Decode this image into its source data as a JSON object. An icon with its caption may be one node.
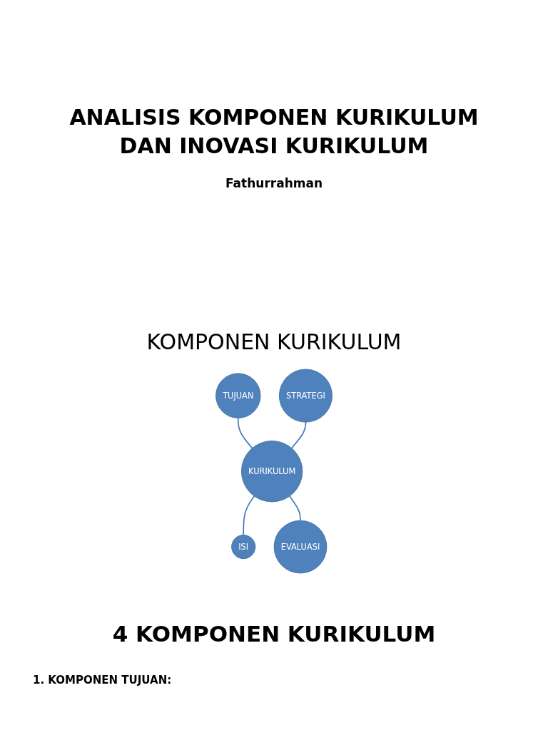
{
  "diagram": {
    "title": "ANALISIS KOMPONEN KURIKULUM DAN INOVASI KURIKULUM",
    "nodes": [
      {
        "text": [
          "TUJUAN"
        ]
      },
      {
        "text": [
          "STRATEGI"
        ]
      },
      {
        "text": [
          "KURIKULUM"
        ]
      },
      {
        "text": [
          "ISI"
        ]
      },
      {
        "text": [
          "EVALUASI"
        ]
      }
    ],
    "edges": [
      {
        "from": 0,
        "to": 2,
        "arrow": "none"
      },
      {
        "from": 1,
        "to": 2,
        "arrow": "none"
      },
      {
        "from": 2,
        "to": 3,
        "arrow": "none"
      },
      {
        "from": 2,
        "to": 4,
        "arrow": "none"
      }
    ],
    "labels": [
      "Fathurrahman",
      "KOMPONEN KURIKULUM",
      "4 KOMPONEN KURIKULUM",
      "1. KOMPONEN TUJUAN:"
    ]
  }
}
